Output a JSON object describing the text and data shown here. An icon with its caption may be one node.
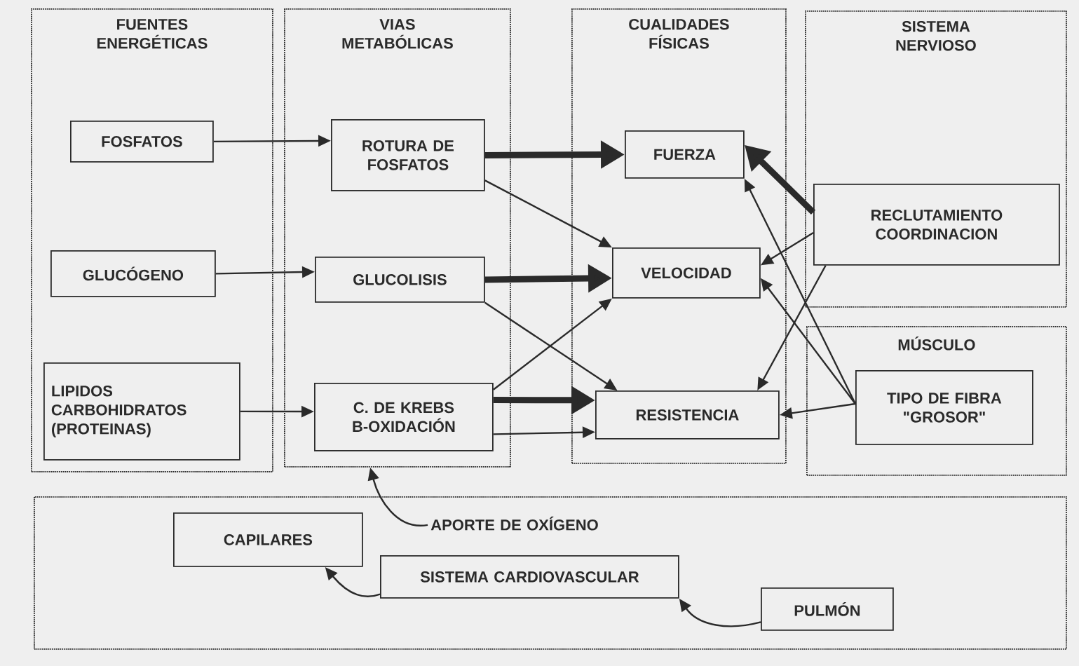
{
  "diagram": {
    "nodes": [
      {
        "text": [
          "FUENTES ENERGÉTICAS"
        ]
      },
      {
        "text": [
          "FOSFATOS"
        ],
        "in": 0
      },
      {
        "text": [
          "GLUCÓGENO"
        ],
        "in": 0
      },
      {
        "text": [
          "LIPIDOS CARBOHIDRATOS (PROTEINAS)"
        ],
        "in": 0
      },
      {
        "text": [
          "VIAS METABÓLICAS"
        ]
      },
      {
        "text": [
          "ROTURA DE FOSFATOS"
        ],
        "in": 4
      },
      {
        "text": [
          "GLUCOLISIS"
        ],
        "in": 4
      },
      {
        "text": [
          "C. DE KREBS B-OXIDACIÓN"
        ],
        "in": 4
      },
      {
        "text": [
          "CUALIDADES FÍSICAS"
        ]
      },
      {
        "text": [
          "FUERZA"
        ],
        "in": 8
      },
      {
        "text": [
          "VELOCIDAD"
        ],
        "in": 8
      },
      {
        "text": [
          "RESISTENCIA"
        ],
        "in": 8
      },
      {
        "text": [
          "SISTEMA NERVIOSO"
        ]
      },
      {
        "text": [
          "RECLUTAMIENTO COORDINACION"
        ],
        "in": 12
      },
      {
        "text": [
          "MÚSCULO"
        ]
      },
      {
        "text": [
          "TIPO DE FIBRA \"GROSOR\""
        ],
        "in": 14
      },
      {
        "text": [],
        "shape": "box"
      },
      {
        "text": [
          "APORTE DE OXÍGENO"
        ],
        "in": 16
      },
      {
        "text": [
          "CAPILARES"
        ],
        "in": 16
      },
      {
        "text": [
          "SISTEMA CARDIOVASCULAR"
        ],
        "in": 16
      },
      {
        "text": [
          "PULMÓN"
        ],
        "in": 16
      }
    ],
    "edges": [
      {
        "from": 1,
        "to": 5,
        "arrow": "to"
      },
      {
        "from": 2,
        "to": 6,
        "arrow": "to"
      },
      {
        "from": 3,
        "to": 7,
        "arrow": "to"
      },
      {
        "from": 5,
        "to": 9,
        "arrow": "to",
        "style": "thick"
      },
      {
        "from": 5,
        "to": 10,
        "arrow": "to"
      },
      {
        "from": 6,
        "to": 10,
        "arrow": "to",
        "style": "thick"
      },
      {
        "from": 6,
        "to": 11,
        "arrow": "to"
      },
      {
        "from": 7,
        "to": 10,
        "arrow": "to"
      },
      {
        "from": 7,
        "to": 11,
        "arrow": "to",
        "style": "thick"
      },
      {
        "from": 7,
        "to": 11,
        "arrow": "to"
      },
      {
        "from": 13,
        "to": 9,
        "arrow": "to",
        "style": "thick"
      },
      {
        "from": 13,
        "to": 10,
        "arrow": "to"
      },
      {
        "from": 13,
        "to": 11,
        "arrow": "to"
      },
      {
        "from": 15,
        "to": 9,
        "arrow": "to"
      },
      {
        "from": 15,
        "to": 10,
        "arrow": "to"
      },
      {
        "from": 15,
        "to": 11,
        "arrow": "to"
      },
      {
        "from": 17,
        "to": 4,
        "arrow": "to"
      },
      {
        "from": 19,
        "to": 18,
        "arrow": "to"
      },
      {
        "from": 20,
        "to": 19,
        "arrow": "to"
      }
    ]
  }
}
